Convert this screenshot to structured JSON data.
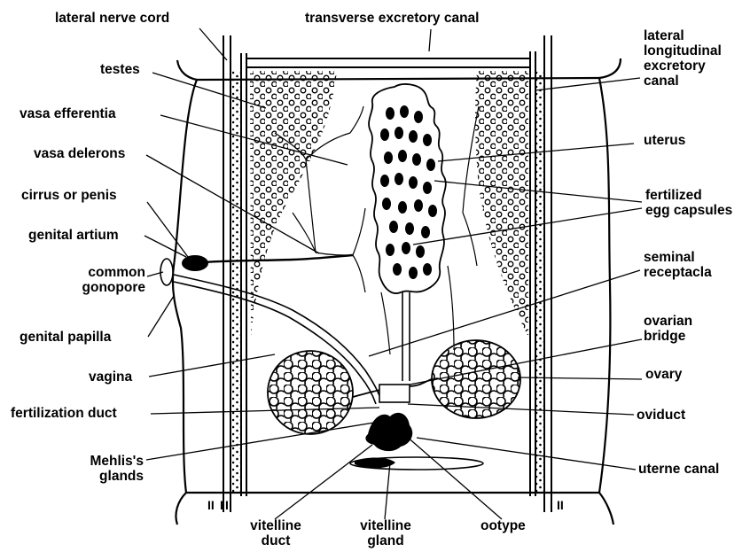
{
  "labels": {
    "lateral_nerve_cord": "lateral nerve cord",
    "transverse_excretory_canal": "transverse excretory canal",
    "lateral_longitudinal_excretory_canal": [
      "lateral",
      "longitudinal",
      "excretory",
      "canal"
    ],
    "testes": "testes",
    "vasa_efferentia": "vasa efferentia",
    "vasa_delerons": "vasa delerons",
    "uterus": "uterus",
    "cirrus_or_penis": "cirrus  or  penis",
    "fertilized_egg_capsules": [
      "fertilized",
      "egg capsules"
    ],
    "genital_artium": "genital artium",
    "common_gonopore": [
      "common",
      "gonopore"
    ],
    "seminal_receptacla": [
      "seminal",
      "receptacla"
    ],
    "genital_papilla": "genital papilla",
    "ovarian_bridge": [
      "ovarian",
      "bridge"
    ],
    "vagina": "vagina",
    "ovary": "ovary",
    "fertilization_duct": "fertilization duct",
    "oviduct": "oviduct",
    "mehlis_glands": [
      "Mehlis's",
      "glands"
    ],
    "uterne_canal": "uterne canal",
    "vitelline_duct": [
      "vitelline",
      "duct"
    ],
    "vitelline_gland": [
      "vitelline",
      "gland"
    ],
    "ootype": "ootype"
  }
}
